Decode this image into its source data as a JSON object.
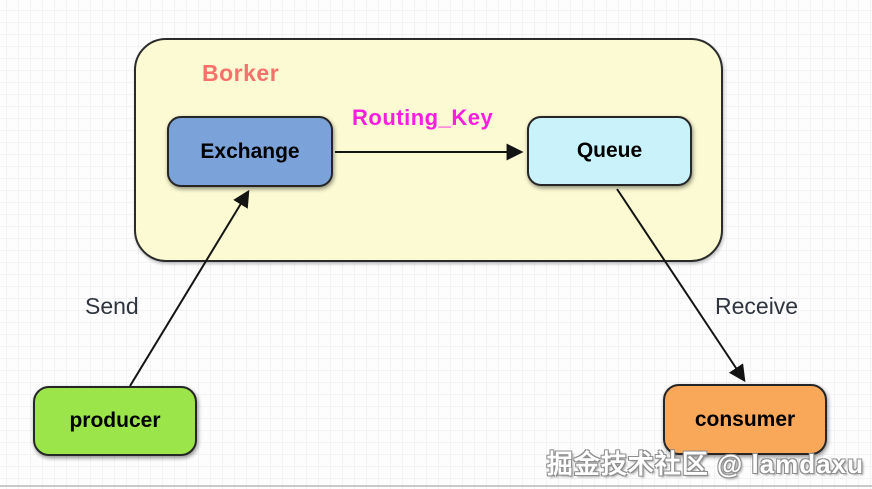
{
  "diagram": {
    "container": {
      "label": "Borker",
      "fill": "#fbfad2",
      "label_color": "#f7716c",
      "border_color": "#2b2b2b"
    },
    "nodes": [
      {
        "id": "exchange",
        "label": "Exchange",
        "fill": "#7ba3d9"
      },
      {
        "id": "queue",
        "label": "Queue",
        "fill": "#c9f2fb"
      },
      {
        "id": "producer",
        "label": "producer",
        "fill": "#9be54a"
      },
      {
        "id": "consumer",
        "label": "consumer",
        "fill": "#f9a85a"
      }
    ],
    "edges": [
      {
        "id": "send",
        "label": "Send",
        "from": "producer",
        "to": "exchange"
      },
      {
        "id": "routing_key",
        "label": "Routing_Key",
        "from": "exchange",
        "to": "queue",
        "label_color": "#fb1ee0"
      },
      {
        "id": "receive",
        "label": "Receive",
        "from": "queue",
        "to": "consumer"
      }
    ],
    "edge_color": "#141414"
  },
  "watermark": {
    "text": "掘金技术社区 @ lamdaxu"
  }
}
